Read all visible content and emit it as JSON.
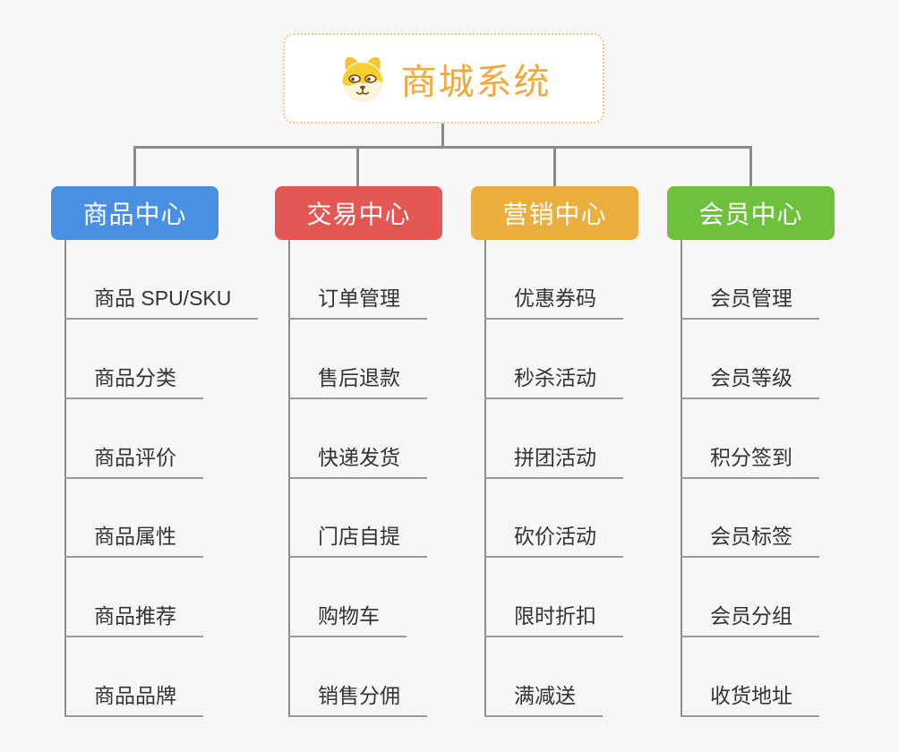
{
  "page": {
    "background_color": "#f7f7f7",
    "connector_color": "#8a8a8a"
  },
  "root": {
    "title": "商城系统",
    "icon": "dog-face-icon",
    "text_color": "#f0a93c",
    "border_color": "#f1c77f"
  },
  "branches": [
    {
      "label": "商品中心",
      "color": "#4a90e2",
      "children": [
        "商品 SPU/SKU",
        "商品分类",
        "商品评价",
        "商品属性",
        "商品推荐",
        "商品品牌"
      ]
    },
    {
      "label": "交易中心",
      "color": "#e45752",
      "children": [
        "订单管理",
        "售后退款",
        "快递发货",
        "门店自提",
        "购物车",
        "销售分佣"
      ]
    },
    {
      "label": "营销中心",
      "color": "#ecae3c",
      "children": [
        "优惠券码",
        "秒杀活动",
        "拼团活动",
        "砍价活动",
        "限时折扣",
        "满减送"
      ]
    },
    {
      "label": "会员中心",
      "color": "#6ec13c",
      "children": [
        "会员管理",
        "会员等级",
        "积分签到",
        "会员标签",
        "会员分组",
        "收货地址"
      ]
    }
  ]
}
